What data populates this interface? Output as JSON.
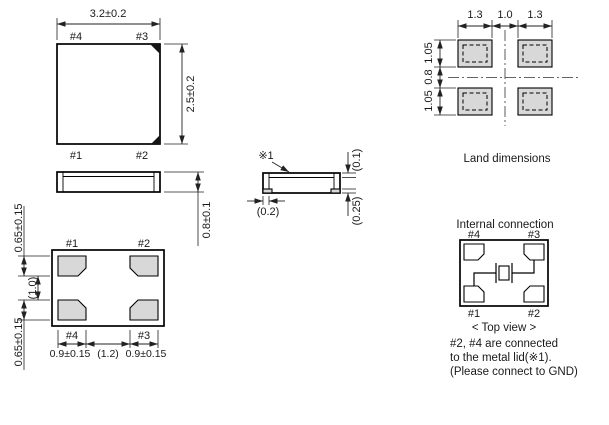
{
  "top_view": {
    "dim_width": "3.2±0.2",
    "dim_height": "2.5±0.2",
    "pin_tl": "#4",
    "pin_tr": "#3",
    "pin_bl": "#1",
    "pin_br": "#2"
  },
  "side_view": {
    "dim_height": "0.8±0.1"
  },
  "bottom_view": {
    "pin_tl": "#1",
    "pin_tr": "#2",
    "pin_bl": "#4",
    "pin_br": "#3",
    "dim_pad_top": "0.65±0.15",
    "dim_gap": "(1.0)",
    "dim_pad_bottom": "0.65±0.15",
    "dim_w_left": "0.9±0.15",
    "dim_w_mid": "(1.2)",
    "dim_w_right": "0.9±0.15"
  },
  "cross_section": {
    "ref_label": "※1",
    "dim_lid": "(0.1)",
    "dim_end": "(0.2)",
    "dim_pad": "(0.25)"
  },
  "land_pattern": {
    "title": "Land dimensions",
    "dim_top": [
      "1.3",
      "1.0",
      "1.3"
    ],
    "dim_left": [
      "1.05",
      "0.8",
      "1.05"
    ]
  },
  "internal_connection": {
    "title": "Internal connection",
    "pin_tl": "#4",
    "pin_tr": "#3",
    "pin_bl": "#1",
    "pin_br": "#2",
    "caption": "< Top view >",
    "notes": [
      "#2, #4 are connected",
      "to the metal lid(※1).",
      "(Please connect to GND)"
    ]
  }
}
